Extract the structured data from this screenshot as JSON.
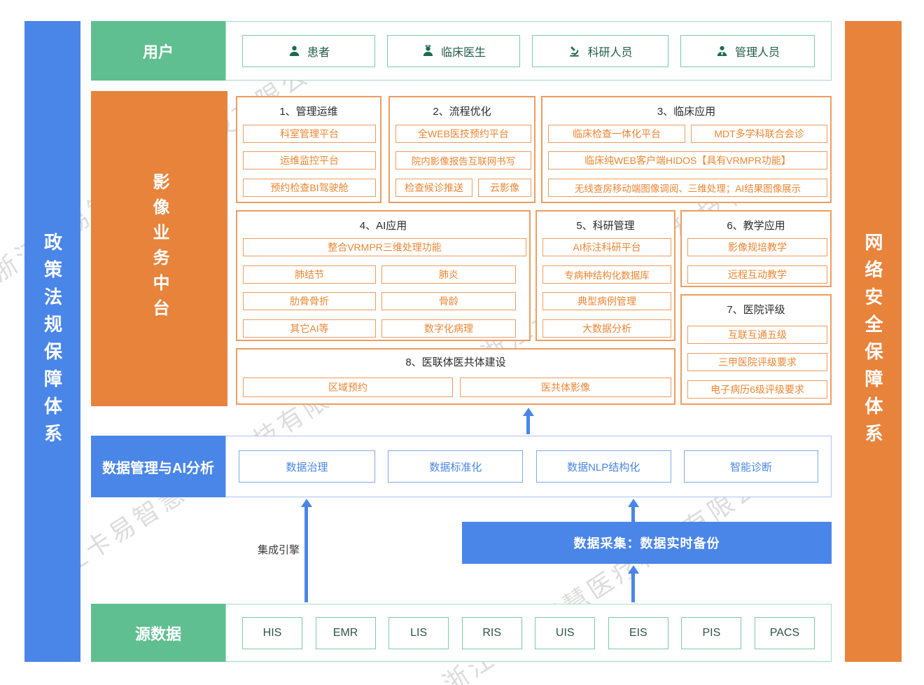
{
  "watermark": "浙江卡易智慧医疗科技有限公司",
  "sidebars": {
    "left": "政策法规保障体系",
    "right": "网络安全保障体系"
  },
  "users": {
    "label": "用户",
    "items": [
      {
        "icon": "patient-icon",
        "label": "患者"
      },
      {
        "icon": "doctor-icon",
        "label": "临床医生"
      },
      {
        "icon": "microscope-icon",
        "label": "科研人员"
      },
      {
        "icon": "manager-icon",
        "label": "管理人员"
      }
    ]
  },
  "platform": {
    "label": "影像业务中台",
    "sections": [
      {
        "title": "1、管理运维",
        "items": [
          "科室管理平台",
          "运维监控平台",
          "预约检查BI驾驶舱"
        ]
      },
      {
        "title": "2、流程优化",
        "items": [
          "全WEB医技预约平台",
          "院内影像报告互联网书写",
          "检查候诊推送",
          "云影像"
        ]
      },
      {
        "title": "3、临床应用",
        "items": [
          "临床检查一体化平台",
          "MDT多学科联合会诊",
          "临床纯WEB客户端HIDOS【具有VRMPR功能】",
          "无线查房移动端图像调阅、三维处理；AI结果图像展示"
        ]
      },
      {
        "title": "4、AI应用",
        "items": [
          "整合VRMPR三维处理功能",
          "肺结节",
          "肺炎",
          "肋骨骨折",
          "骨龄",
          "其它AI等",
          "数字化病理"
        ]
      },
      {
        "title": "5、科研管理",
        "items": [
          "AI标注科研平台",
          "专病种结构化数据库",
          "典型病例管理",
          "大数据分析"
        ]
      },
      {
        "title": "6、教学应用",
        "items": [
          "影像规培教学",
          "远程互动教学"
        ]
      },
      {
        "title": "7、医院评级",
        "items": [
          "互联互通五级",
          "三甲医院评级要求",
          "电子病历6级评级要求"
        ]
      },
      {
        "title": "8、医联体医共体建设",
        "items": [
          "区域预约",
          "医共体影像"
        ]
      }
    ]
  },
  "data_mgmt": {
    "label": "数据管理与AI分析",
    "items": [
      "数据治理",
      "数据标准化",
      "数据NLP结构化",
      "智能诊断"
    ]
  },
  "integration": {
    "label": "集成引擎"
  },
  "collection": {
    "label": "数据采集：数据实时备份"
  },
  "source": {
    "label": "源数据",
    "items": [
      "HIS",
      "EMR",
      "LIS",
      "RIS",
      "UIS",
      "EIS",
      "PIS",
      "PACS"
    ]
  },
  "colors": {
    "green": "#5FBF90",
    "orange": "#E8833C",
    "blue": "#4A86E8"
  }
}
